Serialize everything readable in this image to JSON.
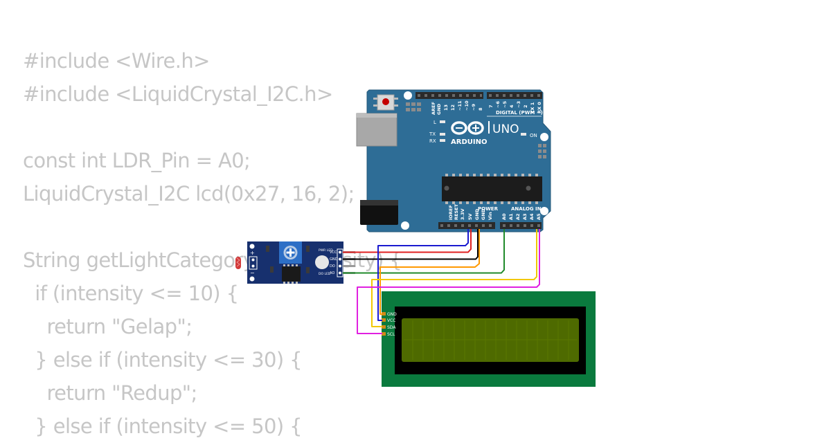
{
  "code": {
    "lines": [
      "#include <Wire.h>",
      "#include <LiquidCrystal_I2C.h>",
      "",
      "const int LDR_Pin = A0;",
      "LiquidCrystal_I2C lcd(0x27, 16, 2);",
      "",
      "String getLightCategory(int intensity) {",
      "  if (intensity <= 10) {",
      "    return \"Gelap\";",
      "  } else if (intensity <= 30) {",
      "    return \"Redup\";",
      "  } else if (intensity <= 50) {"
    ]
  },
  "arduino": {
    "brand": "ARDUINO",
    "model": "UNO",
    "on_label": "ON",
    "l_label": "L",
    "tx_label": "TX",
    "rx_label": "RX",
    "digital_label": "DIGITAL (PWM ~)",
    "power_label": "POWER",
    "analog_label": "ANALOG IN",
    "top_pins": [
      "AREF",
      "GND",
      "13",
      "12",
      "~11",
      "~10",
      "~9",
      "8",
      "7",
      "~6",
      "~5",
      "4",
      "~3",
      "2",
      "TX 1",
      "RX 0"
    ],
    "power_pins": [
      "IOREF",
      "RESET",
      "3.3V",
      "5V",
      "GND",
      "GND",
      "Vin"
    ],
    "analog_pins": [
      "A0",
      "A1",
      "A2",
      "A3",
      "A4",
      "A5"
    ]
  },
  "ldr_module": {
    "pins": [
      "VCC",
      "GND",
      "DO",
      "AO"
    ],
    "pwr_led": "PWR LED",
    "do_led": "DO LED",
    "plus": "+",
    "minus": "−"
  },
  "lcd": {
    "pins": [
      "GND",
      "VCC",
      "SDA",
      "SCL"
    ]
  },
  "colors": {
    "board": "#2e6d96",
    "lcd_frame": "#0a7a3e",
    "lcd_screen": "#4e6a00",
    "wire_gnd": "#000000",
    "wire_vcc": "#e02020",
    "wire_blue": "#1a1ad0",
    "wire_orange": "#ff9900",
    "wire_green": "#1f8a2a",
    "wire_yellow": "#f2c800",
    "wire_magenta": "#e020e0"
  }
}
